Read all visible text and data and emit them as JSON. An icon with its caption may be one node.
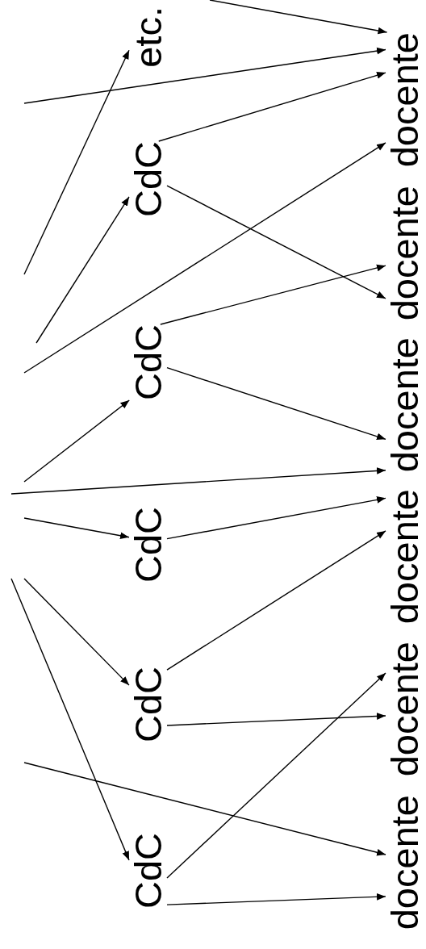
{
  "diagram": {
    "nodes": [
      {
        "text": [
          "etc."
        ]
      },
      {
        "text": [
          "CdC"
        ]
      },
      {
        "text": [
          "CdC"
        ]
      },
      {
        "text": [
          "CdC"
        ]
      },
      {
        "text": [
          "CdC"
        ]
      },
      {
        "text": [
          "CdC"
        ]
      },
      {
        "text": [
          "docente"
        ]
      },
      {
        "text": [
          "docente"
        ]
      },
      {
        "text": [
          "docente"
        ]
      },
      {
        "text": [
          "docente"
        ]
      },
      {
        "text": [
          "docente"
        ]
      },
      {
        "text": [
          "docente"
        ]
      }
    ],
    "edges": [
      {
        "from": null,
        "to": 6,
        "arrow": "to"
      },
      {
        "from": null,
        "to": 6,
        "arrow": "to"
      },
      {
        "from": 1,
        "to": 6,
        "arrow": "to"
      },
      {
        "from": null,
        "to": 0,
        "arrow": "to"
      },
      {
        "from": null,
        "to": 1,
        "arrow": "to"
      },
      {
        "from": null,
        "to": 6,
        "arrow": "to"
      },
      {
        "from": 1,
        "to": 7,
        "arrow": "to"
      },
      {
        "from": 2,
        "to": 7,
        "arrow": "to"
      },
      {
        "from": 2,
        "to": 8,
        "arrow": "to"
      },
      {
        "from": null,
        "to": 2,
        "arrow": "to"
      },
      {
        "from": null,
        "to": 8,
        "arrow": "to"
      },
      {
        "from": null,
        "to": 3,
        "arrow": "to"
      },
      {
        "from": 3,
        "to": 9,
        "arrow": "to"
      },
      {
        "from": 4,
        "to": 9,
        "arrow": "to"
      },
      {
        "from": null,
        "to": 5,
        "arrow": "to"
      },
      {
        "from": null,
        "to": 4,
        "arrow": "to"
      },
      {
        "from": 4,
        "to": 10,
        "arrow": "to"
      },
      {
        "from": 5,
        "to": 10,
        "arrow": "to"
      },
      {
        "from": null,
        "to": 11,
        "arrow": "to"
      },
      {
        "from": 5,
        "to": 11,
        "arrow": "to"
      }
    ]
  }
}
